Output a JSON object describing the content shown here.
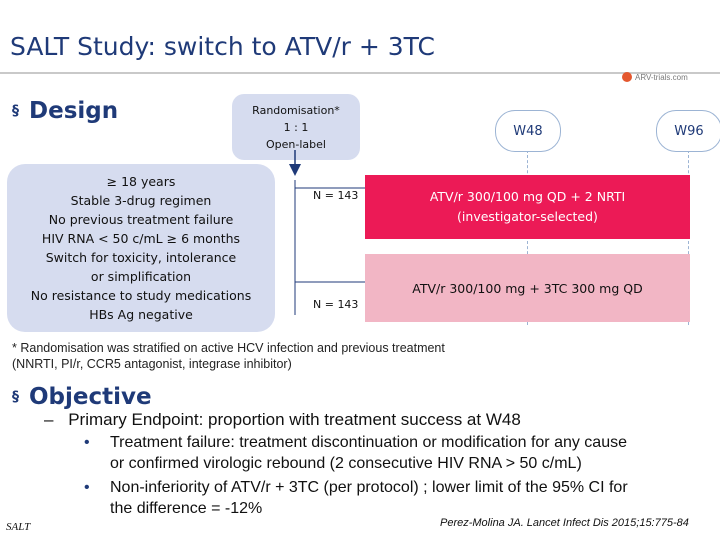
{
  "title": "SALT Study: switch to ATV/r + 3TC",
  "logo_text": "ARV-trials.com",
  "design": {
    "bullet": "§",
    "heading": "Design",
    "randomisation_lines": [
      "Randomisation*",
      "1 : 1",
      "Open-label"
    ],
    "week_markers": [
      "W48",
      "W96"
    ],
    "criteria_lines": [
      "≥ 18 years",
      "Stable 3-drug regimen",
      "No previous treatment failure",
      "HIV RNA < 50 c/mL ≥ 6 months",
      "Switch for toxicity, intolerance",
      "or simplification",
      "No resistance to study medications",
      "HBs Ag negative"
    ],
    "arm1_n": "N = 143",
    "arm2_n": "N = 143",
    "arm1_lines": [
      "ATV/r  300/100 mg QD + 2 NRTI",
      "(investigator-selected)"
    ],
    "arm2_text": "ATV/r 300/100 mg + 3TC 300 mg QD",
    "footnote_lines": [
      "* Randomisation was stratified on active HCV infection and previous treatment",
      "(NNRTI, PI/r, CCR5 antagonist, integrase inhibitor)"
    ]
  },
  "objective": {
    "bullet": "§",
    "heading": "Objective",
    "dash": "–",
    "endpoint": "Primary Endpoint: proportion with treatment success at W48",
    "sub_bullet": "•",
    "sub1_lines": [
      "Treatment failure: treatment discontinuation or modification for any cause",
      "or confirmed virologic rebound (2 consecutive HIV RNA > 50 c/mL)"
    ],
    "sub2_lines": [
      "Non-inferiority of ATV/r + 3TC (per protocol) ; lower limit of the 95% CI for",
      "the difference = -12%"
    ]
  },
  "study_tag": "SALT",
  "reference": "Perez-Molina JA. Lancet Infect Dis 2015;15:775-84",
  "colors": {
    "title_blue": "#1f3a78",
    "arm1": "#ec1a56",
    "arm2": "#f2b6c5",
    "panel": "#d6dcef"
  }
}
